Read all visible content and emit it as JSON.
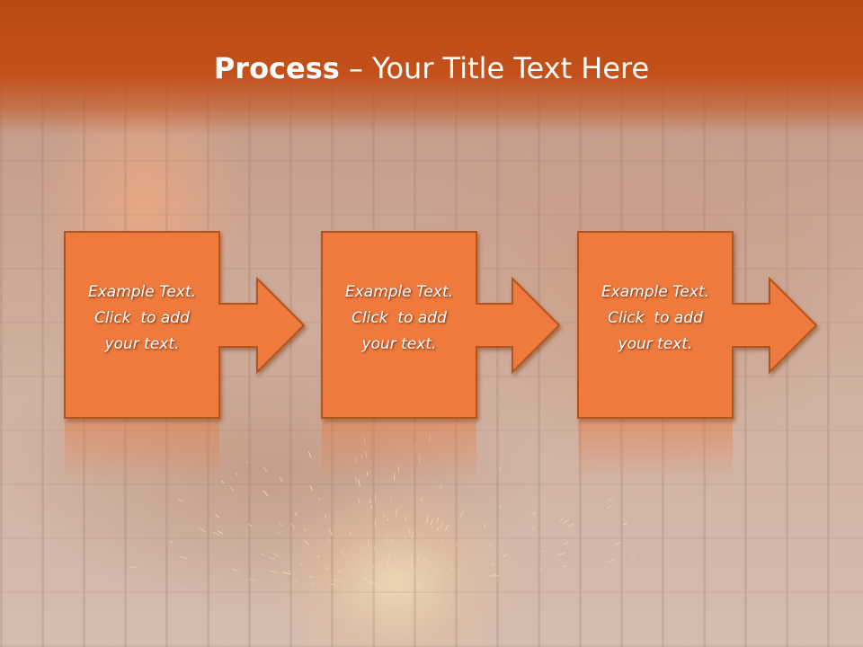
{
  "slide": {
    "title_bold": "Process",
    "title_rest": " – Your Title Text Here"
  },
  "process_steps": [
    {
      "line1": "Example Text.",
      "line2": "Click  to add",
      "line3": "your text."
    },
    {
      "line1": "Example Text.",
      "line2": "Click  to add",
      "line3": "your text."
    },
    {
      "line1": "Example Text.",
      "line2": "Click  to add",
      "line3": "your text."
    }
  ],
  "colors": {
    "header": "#c4501a",
    "box_fill": "#ee7a3d",
    "box_border": "#b5531f"
  }
}
